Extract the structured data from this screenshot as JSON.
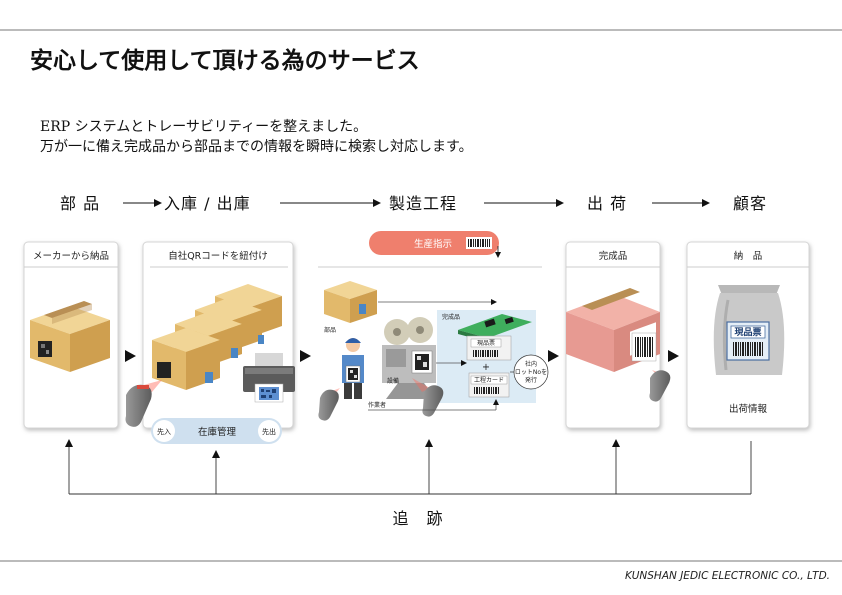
{
  "title": "安心して使用して頂ける為のサービス",
  "intro": {
    "line1": "ERP システムとトレーサビリティーを整えました。",
    "line2": "万が一に備え完成品から部品までの情報を瞬時に検索し対応します。"
  },
  "stages": [
    "部 品",
    "入庫 / 出庫",
    "製造工程",
    "出 荷",
    "顧客"
  ],
  "panels": {
    "maker": "メーカーから納品",
    "qr": "自社QRコードを紐付け",
    "finished": "完成品",
    "delivery": "納　品"
  },
  "production": {
    "instruction": "生産指示",
    "parts": "部品",
    "equipment": "設備",
    "worker": "作業者",
    "finished_tag": "完成品",
    "genpin": "現品票",
    "koutei": "工程カード",
    "lot_line1": "社内",
    "lot_line2": "ロットNoを",
    "lot_line3": "発行",
    "plus": "+"
  },
  "inventory": {
    "fifo_in": "先入",
    "label": "在庫管理",
    "fifo_out": "先出"
  },
  "bag_label": "現品票",
  "shipping_info": "出荷情報",
  "trace": "追　跡",
  "footer": "KUNSHAN JEDIC ELECTRONIC CO., LTD.",
  "colors": {
    "accent_red": "#ef7f6d",
    "inventory_blue": "#cfe0ef",
    "process_blue": "#dcebf5",
    "box_tan": "#e7c17a",
    "finished_pink": "#e79a92"
  }
}
